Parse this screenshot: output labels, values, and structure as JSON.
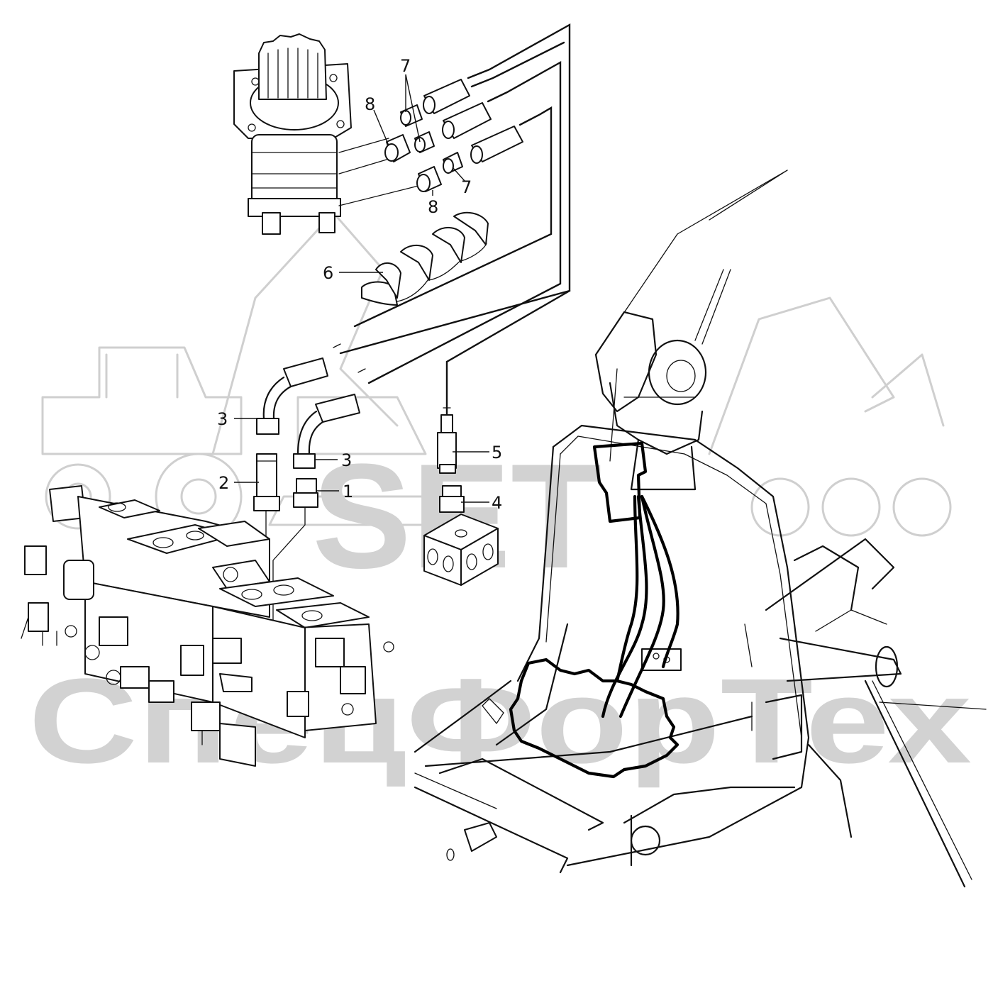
{
  "callouts": {
    "c1": "1",
    "c2": "2",
    "c3a": "3",
    "c3b": "3",
    "c4": "4",
    "c5": "5",
    "c6": "6",
    "c7a": "7",
    "c7b": "7",
    "c8a": "8",
    "c8b": "8"
  },
  "watermark": {
    "brand": "SET",
    "company": "СпецФорТех"
  },
  "colors": {
    "line": "#111111",
    "watermark": "#d2d2d2",
    "background": "#ffffff"
  }
}
